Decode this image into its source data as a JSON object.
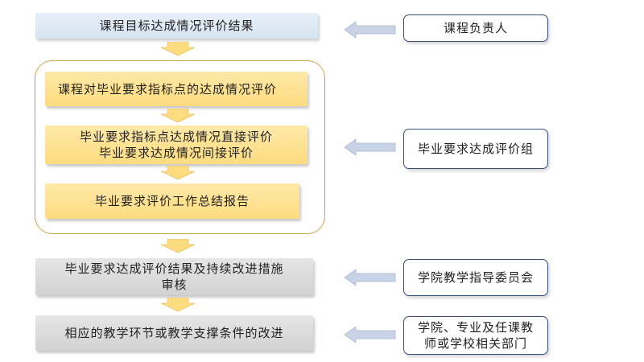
{
  "flow": {
    "step1": "课程目标达成情况评价结果",
    "step2": "课程对毕业要求指标点的达成情况评价",
    "step3": "毕业要求指标点达成情况直接评价\n毕业要求达成情况间接评价",
    "step4": "毕业要求评价工作总结报告",
    "step5": "毕业要求达成评价结果及持续改进措施\n审核",
    "step6": "相应的教学环节或教学支撑条件的改进"
  },
  "roles": {
    "role1": "课程负责人",
    "role2": "毕业要求达成评价组",
    "role3": "学院教学指导委员会",
    "role4": "学院、专业及任课教\n师或学校相关部门"
  },
  "colors": {
    "blue_box": "#dce8f4",
    "yellow_box": "#fde08a",
    "gray_box": "#d9d9d9",
    "arrow_down": "#fddc80",
    "arrow_left": "#c8d3e6",
    "frame_border": "#c9a24a",
    "role_border": "#35507a"
  },
  "icons": {
    "down_arrow": "down-arrow-icon",
    "left_arrow": "left-arrow-icon"
  }
}
